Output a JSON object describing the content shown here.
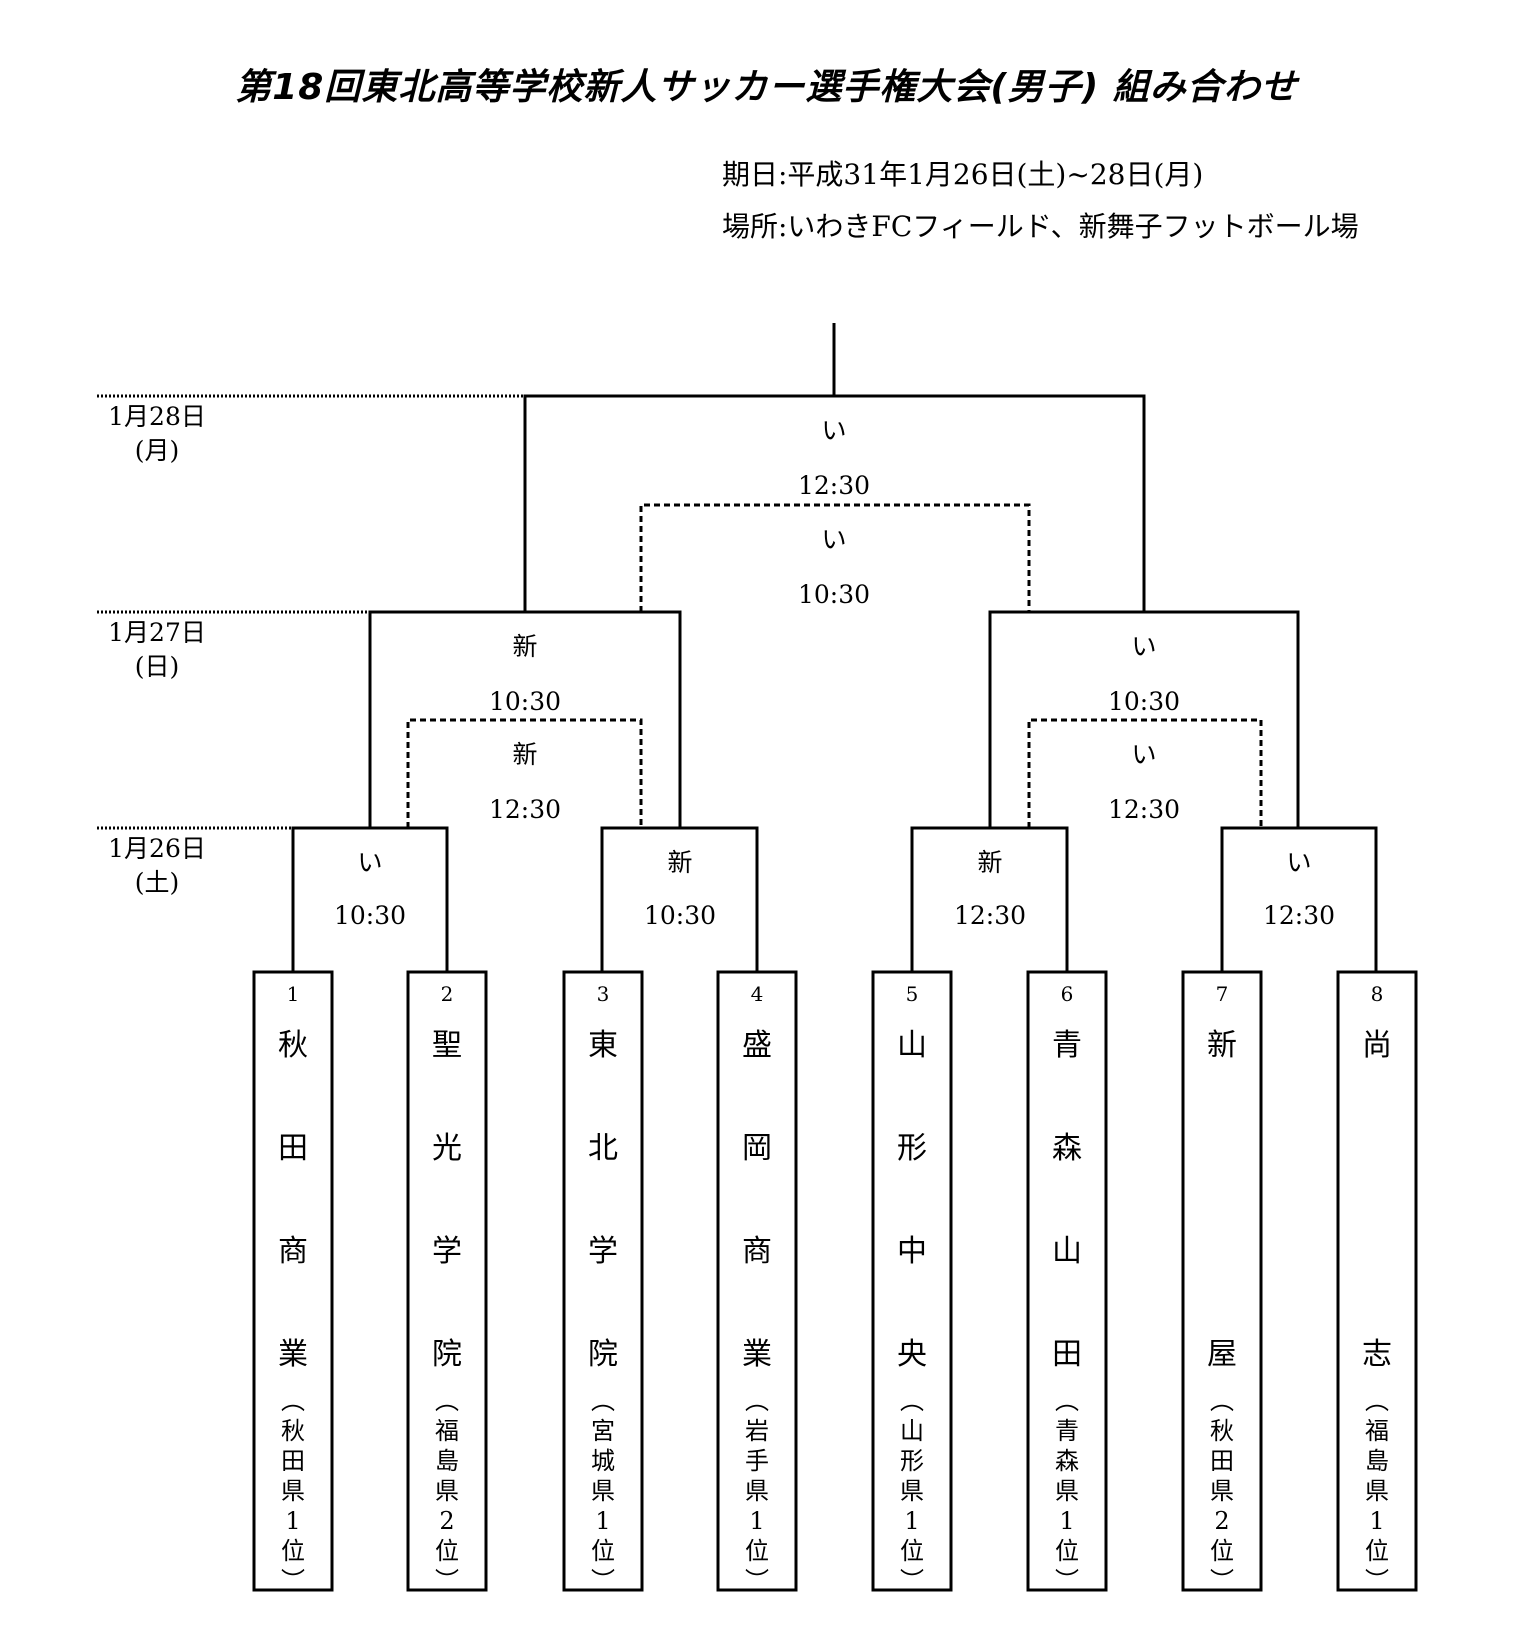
{
  "title": "第18回東北高等学校新人サッカー選手権大会(男子) 組み合わせ",
  "info": {
    "date": "期日:平成31年1月26日(土)~28日(月)",
    "place": "場所:いわきFCフィールド、新舞子フットボール場"
  },
  "days": [
    {
      "date": "1月28日",
      "weekday": "(月)"
    },
    {
      "date": "1月27日",
      "weekday": "(日)"
    },
    {
      "date": "1月26日",
      "weekday": "(土)"
    }
  ],
  "matches": {
    "final": {
      "venue": "い",
      "time": "12:30"
    },
    "third": {
      "venue": "い",
      "time": "10:30"
    },
    "sf_left": {
      "venue": "新",
      "time": "10:30"
    },
    "sf_left_cons": {
      "venue": "新",
      "time": "12:30"
    },
    "sf_right": {
      "venue": "い",
      "time": "10:30"
    },
    "sf_right_cons": {
      "venue": "い",
      "time": "12:30"
    },
    "r1": [
      {
        "venue": "い",
        "time": "10:30"
      },
      {
        "venue": "新",
        "time": "10:30"
      },
      {
        "venue": "新",
        "time": "12:30"
      },
      {
        "venue": "い",
        "time": "12:30"
      }
    ]
  },
  "teams": [
    {
      "seed": "1",
      "name": [
        "秋",
        "田",
        "商",
        "業"
      ],
      "pref": [
        "(",
        "秋",
        "田",
        "県",
        "1",
        "位",
        ")"
      ]
    },
    {
      "seed": "2",
      "name": [
        "聖",
        "光",
        "学",
        "院"
      ],
      "pref": [
        "(",
        "福",
        "島",
        "県",
        "2",
        "位",
        ")"
      ]
    },
    {
      "seed": "3",
      "name": [
        "東",
        "北",
        "学",
        "院"
      ],
      "pref": [
        "(",
        "宮",
        "城",
        "県",
        "1",
        "位",
        ")"
      ]
    },
    {
      "seed": "4",
      "name": [
        "盛",
        "岡",
        "商",
        "業"
      ],
      "pref": [
        "(",
        "岩",
        "手",
        "県",
        "1",
        "位",
        ")"
      ]
    },
    {
      "seed": "5",
      "name": [
        "山",
        "形",
        "中",
        "央"
      ],
      "pref": [
        "(",
        "山",
        "形",
        "県",
        "1",
        "位",
        ")"
      ]
    },
    {
      "seed": "6",
      "name": [
        "青",
        "森",
        "山",
        "田"
      ],
      "pref": [
        "(",
        "青",
        "森",
        "県",
        "1",
        "位",
        ")"
      ]
    },
    {
      "seed": "7",
      "name": [
        "新",
        "",
        "",
        "屋"
      ],
      "pref": [
        "(",
        "秋",
        "田",
        "県",
        "2",
        "位",
        ")"
      ]
    },
    {
      "seed": "8",
      "name": [
        "尚",
        "",
        "",
        "志"
      ],
      "pref": [
        "(",
        "福",
        "島",
        "県",
        "1",
        "位",
        ")"
      ]
    }
  ]
}
